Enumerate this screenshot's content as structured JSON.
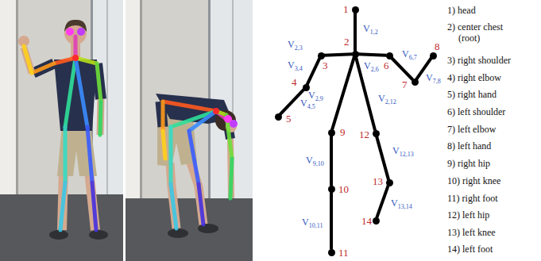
{
  "diagram": {
    "nodes": [
      {
        "text": [
          "1"
        ]
      },
      {
        "text": [
          "2"
        ]
      },
      {
        "text": [
          "3"
        ]
      },
      {
        "text": [
          "4"
        ]
      },
      {
        "text": [
          "5"
        ]
      },
      {
        "text": [
          "6"
        ]
      },
      {
        "text": [
          "7"
        ]
      },
      {
        "text": [
          "8"
        ]
      },
      {
        "text": [
          "9"
        ]
      },
      {
        "text": [
          "10"
        ]
      },
      {
        "text": [
          "11"
        ]
      },
      {
        "text": [
          "12"
        ]
      },
      {
        "text": [
          "13"
        ]
      },
      {
        "text": [
          "14"
        ]
      }
    ],
    "edges": [
      {
        "from": 0,
        "to": 1,
        "arrow": "none",
        "label": "V1,2"
      },
      {
        "from": 1,
        "to": 2,
        "arrow": "none",
        "label": "V2,3"
      },
      {
        "from": 2,
        "to": 3,
        "arrow": "none",
        "label": "V3,4"
      },
      {
        "from": 3,
        "to": 4,
        "arrow": "none",
        "label": "V4,5"
      },
      {
        "from": 1,
        "to": 5,
        "arrow": "none",
        "label": "V2,6"
      },
      {
        "from": 5,
        "to": 6,
        "arrow": "none",
        "label": "V6,7"
      },
      {
        "from": 6,
        "to": 7,
        "arrow": "none",
        "label": "V7,8"
      },
      {
        "from": 1,
        "to": 8,
        "arrow": "none",
        "label": "V2,9"
      },
      {
        "from": 8,
        "to": 9,
        "arrow": "none",
        "label": "V9,10"
      },
      {
        "from": 9,
        "to": 10,
        "arrow": "none",
        "label": "V10,11"
      },
      {
        "from": 1,
        "to": 11,
        "arrow": "none",
        "label": "V2,12"
      },
      {
        "from": 11,
        "to": 12,
        "arrow": "none",
        "label": "V12,13"
      },
      {
        "from": 12,
        "to": 13,
        "arrow": "none",
        "label": "V13,14"
      }
    ],
    "labels": [
      "1) head",
      "2) center chest (root)",
      "3) right shoulder",
      "4) right elbow",
      "5) right hand",
      "6) left shoulder",
      "7) left elbow",
      "8) left hand",
      "9) right hip",
      "10) right knee",
      "11) right foot",
      "12) left hip",
      "13) left knee",
      "14) left foot"
    ]
  }
}
